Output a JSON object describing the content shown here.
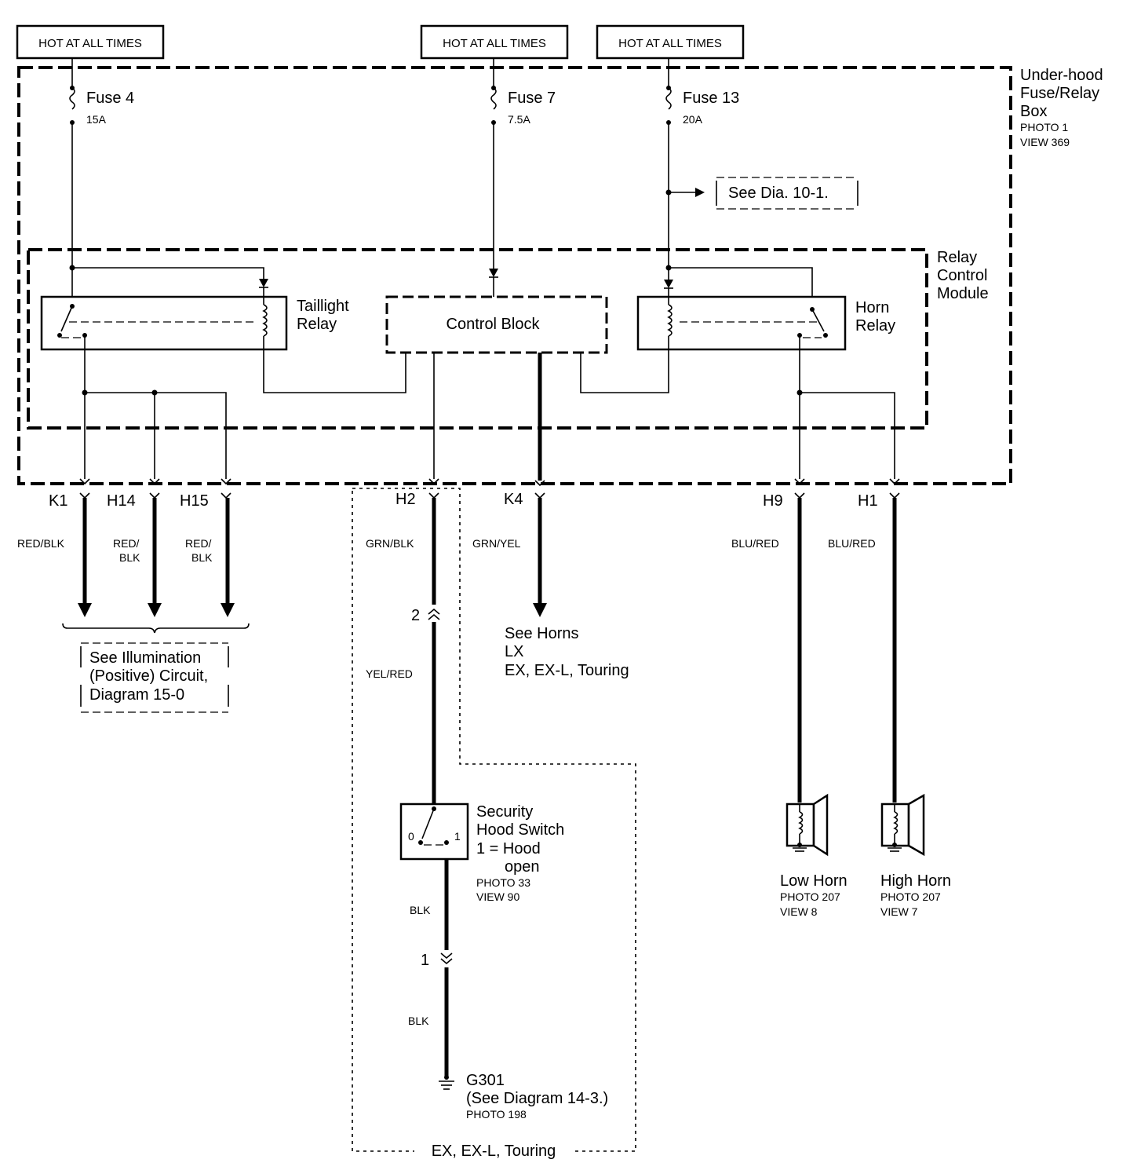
{
  "diagram": {
    "hot_labels": [
      "HOT AT ALL TIMES",
      "HOT AT ALL TIMES",
      "HOT AT ALL TIMES"
    ],
    "fusebox": {
      "title_lines": [
        "Under-hood",
        "Fuse/Relay",
        "Box"
      ],
      "photo": "PHOTO 1",
      "view": "VIEW 369"
    },
    "fuses": [
      {
        "name": "Fuse 4",
        "rating": "15A"
      },
      {
        "name": "Fuse 7",
        "rating": "7.5A"
      },
      {
        "name": "Fuse 13",
        "rating": "20A"
      }
    ],
    "see_dia_ref": "See Dia. 10-1.",
    "relay_module": {
      "lines": [
        "Relay",
        "Control",
        "Module"
      ]
    },
    "taillight_relay": {
      "lines": [
        "Taillight",
        "Relay"
      ]
    },
    "control_block": "Control Block",
    "horn_relay": {
      "lines": [
        "Horn",
        "Relay"
      ]
    },
    "terminals": [
      "K1",
      "H14",
      "H15",
      "H2",
      "K4",
      "H9",
      "H1"
    ],
    "wires": {
      "k1": "RED/BLK",
      "h14_lines": [
        "RED/",
        "BLK"
      ],
      "h15_lines": [
        "RED/",
        "BLK"
      ],
      "h2": "GRN/BLK",
      "k4": "GRN/YEL",
      "h9": "BLU/RED",
      "h1": "BLU/RED",
      "yel_red": "YEL/RED",
      "blk_upper": "BLK",
      "blk_lower": "BLK"
    },
    "connector_pins": {
      "upper": "2",
      "lower": "1"
    },
    "illumination_ref": [
      "See Illumination",
      "(Positive) Circuit,",
      "Diagram 15-0"
    ],
    "horns_ref": [
      "See Horns",
      "LX",
      "EX, EX-L, Touring"
    ],
    "hood_switch": {
      "lines": [
        "Security",
        "Hood Switch",
        "1 = Hood",
        "open"
      ],
      "photo": "PHOTO 33",
      "view": "VIEW 90",
      "pos0": "0",
      "pos1": "1"
    },
    "ground": {
      "name": "G301",
      "ref": "(See Diagram 14-3.)",
      "photo": "PHOTO 198"
    },
    "low_horn": {
      "name": "Low Horn",
      "photo": "PHOTO 207",
      "view": "VIEW 8"
    },
    "high_horn": {
      "name": "High Horn",
      "photo": "PHOTO 207",
      "view": "VIEW 7"
    },
    "variant_label": "EX, EX-L, Touring"
  }
}
